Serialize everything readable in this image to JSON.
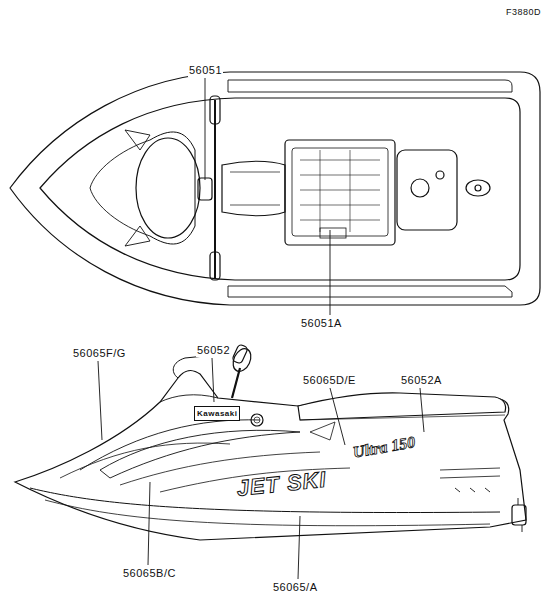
{
  "diagram": {
    "labels": [
      "F3880D",
      "56051",
      "56051A",
      "56065F/G",
      "56052",
      "56065D/E",
      "56052A",
      "56065B/C",
      "56065/A",
      "Kawasaki",
      "JET SKI",
      "Ultra 150"
    ]
  }
}
